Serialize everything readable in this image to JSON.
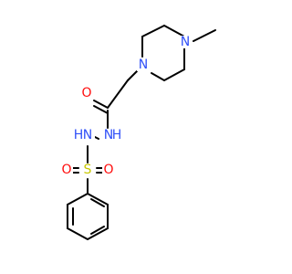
{
  "molecule": {
    "atoms": [
      {
        "id": "n_pip_top",
        "symbol": "N",
        "color": "#3050F8"
      },
      {
        "id": "n_pip_bottom",
        "symbol": "N",
        "color": "#3050F8"
      },
      {
        "id": "o_carbonyl",
        "symbol": "O",
        "color": "#FF0D0D"
      },
      {
        "id": "n_amide",
        "symbol": "N",
        "color": "#3050F8"
      },
      {
        "id": "h_amide",
        "symbol": "H",
        "color": "#3050F8"
      },
      {
        "id": "n_sulfonyl",
        "symbol": "N",
        "color": "#3050F8"
      },
      {
        "id": "h_sulfonyl",
        "symbol": "H",
        "color": "#3050F8"
      },
      {
        "id": "s_sulfonyl",
        "symbol": "S",
        "color": "#C8C800"
      },
      {
        "id": "o_sulfonyl_left",
        "symbol": "O",
        "color": "#FF0D0D"
      },
      {
        "id": "o_sulfonyl_right",
        "symbol": "O",
        "color": "#FF0D0D"
      }
    ]
  }
}
